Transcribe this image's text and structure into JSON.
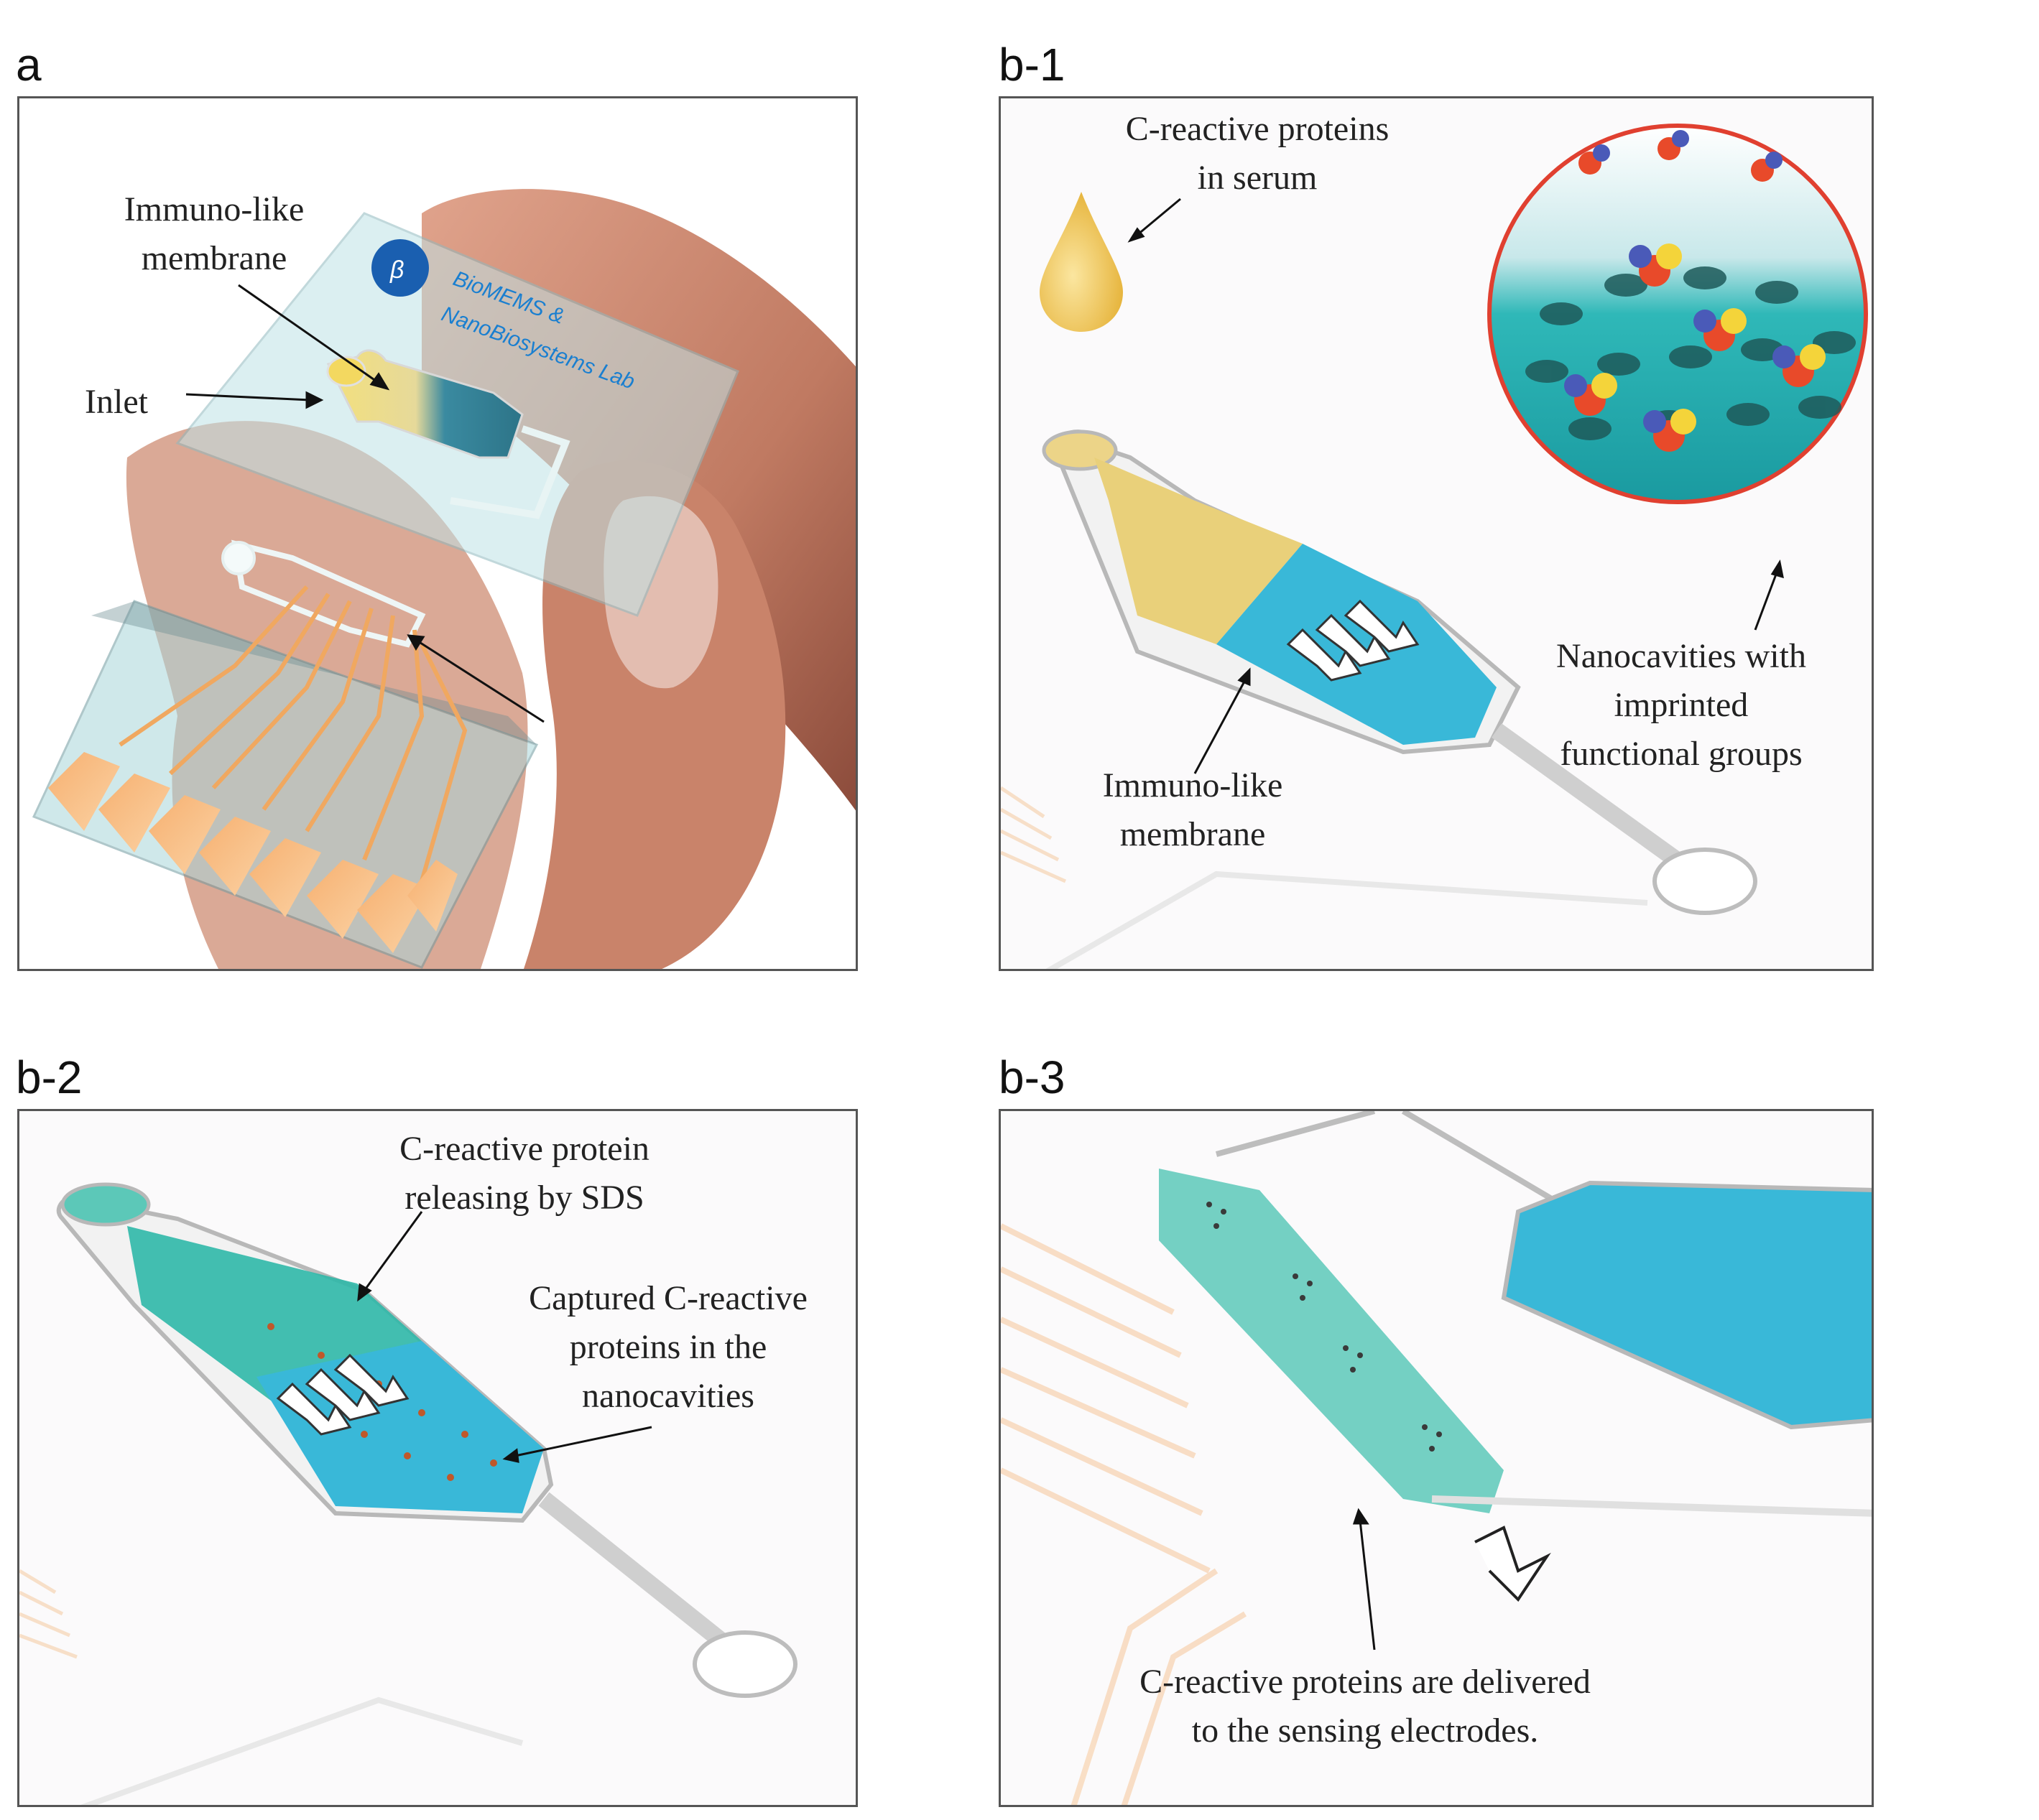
{
  "panels": {
    "a": {
      "letter": "a",
      "logo_text_line1": "BioMEMS &",
      "logo_text_line2": "NanoBiosystems Lab",
      "label_membrane_line1": "Immuno-like",
      "label_membrane_line2": "membrane",
      "label_inlet": "Inlet"
    },
    "b1": {
      "letter": "b-1",
      "label_crp_line1": "C-reactive proteins",
      "label_crp_line2": "in serum",
      "label_membrane_line1": "Immuno-like",
      "label_membrane_line2": "membrane",
      "label_nano_line1": "Nanocavities with",
      "label_nano_line2": "imprinted",
      "label_nano_line3": "functional groups"
    },
    "b2": {
      "letter": "b-2",
      "label_release_line1": "C-reactive protein",
      "label_release_line2": "releasing by SDS",
      "label_captured_line1": "Captured C-reactive",
      "label_captured_line2": "proteins in the",
      "label_captured_line3": "nanocavities"
    },
    "b3": {
      "letter": "b-3",
      "label_delivered_line1": "C-reactive proteins are delivered",
      "label_delivered_line2": "to the sensing electrodes."
    }
  },
  "colors": {
    "frame_border": "#555555",
    "membrane_blue": "#39b8d8",
    "serum_yellow": "#e9d07a",
    "teal_fluid": "#5cc8b8",
    "electrode_orange": "#f0a860",
    "magnifier_border": "#e04030",
    "skin": "#c9836a"
  }
}
